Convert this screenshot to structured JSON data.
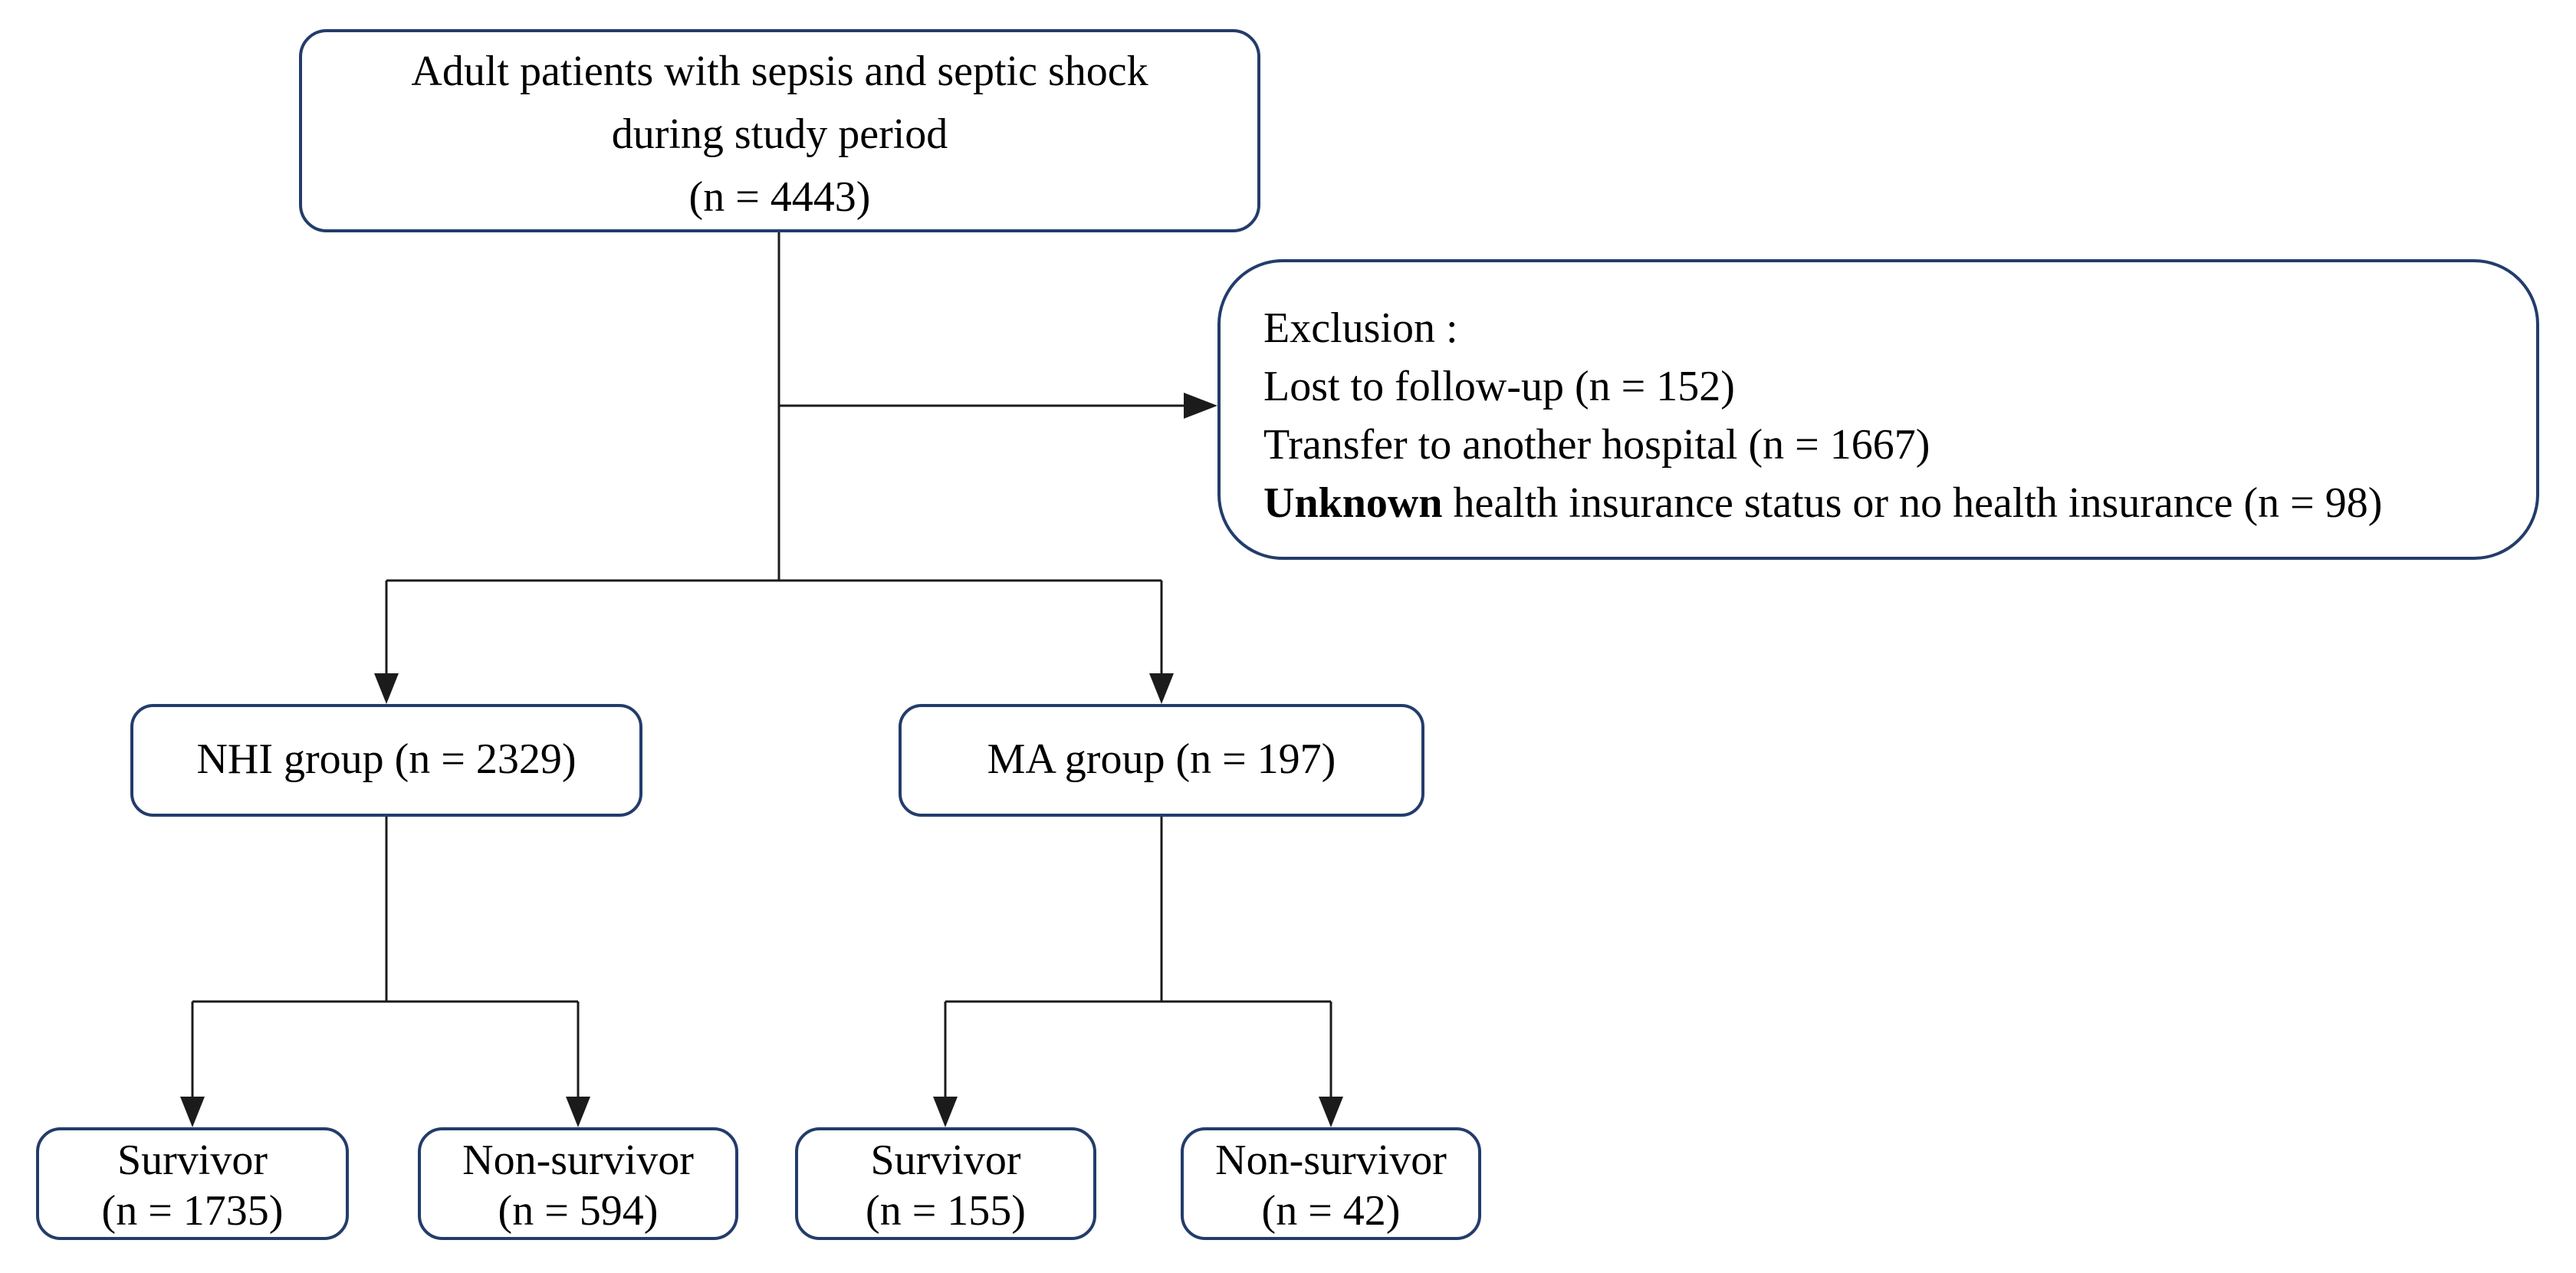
{
  "diagram": {
    "title_box": {
      "lines": [
        "Adult patients with sepsis and septic shock",
        "during study period",
        "(n = 4443)"
      ]
    },
    "exclusion_box": {
      "heading": "Exclusion :",
      "items": [
        "Lost to follow-up (n = 152)",
        "Transfer to another hospital (n = 1667)"
      ],
      "item3_bold": "Unknown",
      "item3_rest": " health insurance status or no health insurance (n = 98)"
    },
    "nhi_box": {
      "label": "NHI group (n = 2329)"
    },
    "ma_box": {
      "label": "MA group (n = 197)"
    },
    "nhi_survivor_box": {
      "lines": [
        "Survivor",
        "(n = 1735)"
      ]
    },
    "nhi_nonsurvivor_box": {
      "lines": [
        "Non-survivor",
        "(n = 594)"
      ]
    },
    "ma_survivor_box": {
      "lines": [
        "Survivor",
        "(n = 155)"
      ]
    },
    "ma_nonsurvivor_box": {
      "lines": [
        "Non-survivor",
        "(n = 42)"
      ]
    },
    "colors": {
      "box_border": "#233c6b",
      "connector": "#1b1b1b",
      "text": "#000000",
      "background": "#ffffff"
    }
  }
}
